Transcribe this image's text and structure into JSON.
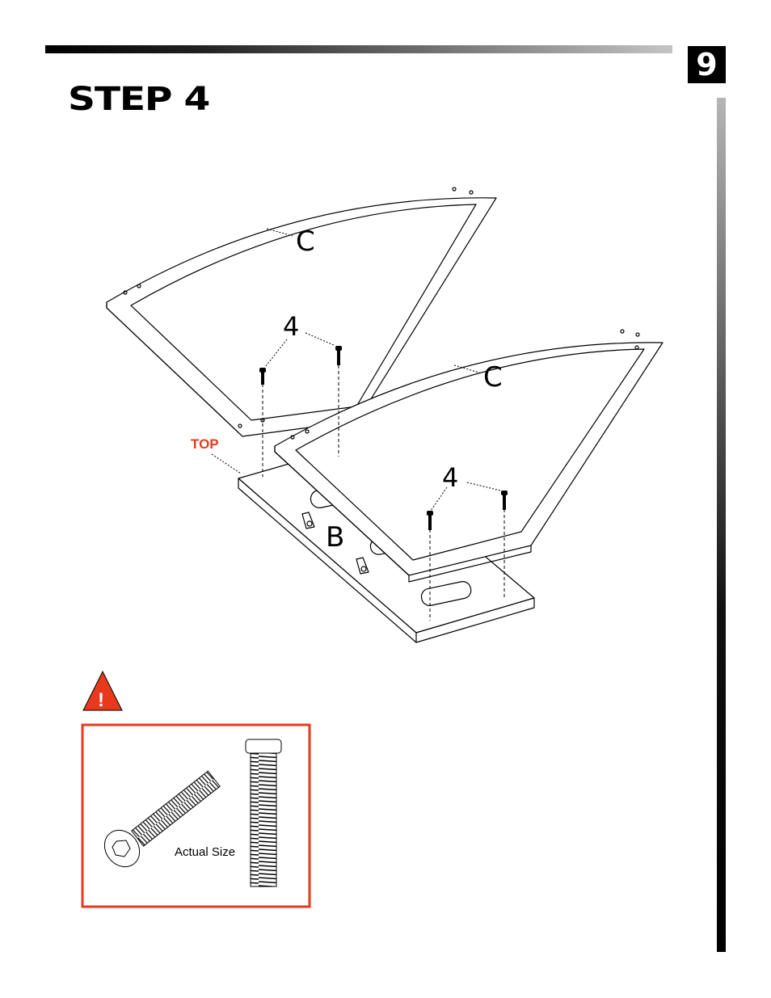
{
  "page": {
    "number": "9"
  },
  "step": {
    "title": "STEP 4"
  },
  "diagram": {
    "parts": [
      {
        "id": "part-c-1",
        "letter": "C"
      },
      {
        "id": "part-c-2",
        "letter": "C"
      },
      {
        "id": "part-b",
        "letter": "B"
      }
    ],
    "quantity_labels": [
      "4",
      "4"
    ],
    "top_label": "TOP"
  },
  "callout": {
    "warning_icon": "warning-triangle-icon",
    "caption": "Actual Size"
  },
  "colors": {
    "accent_red": "#e8391c",
    "ink": "#000000"
  }
}
